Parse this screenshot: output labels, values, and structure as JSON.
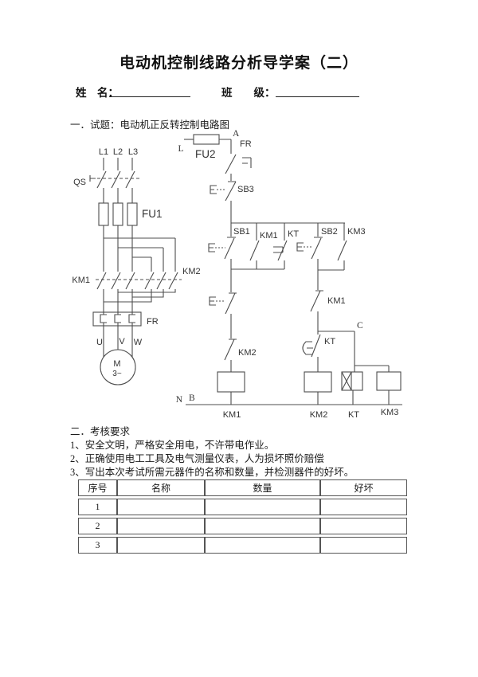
{
  "page": {
    "title": "电动机控制线路分析导学案（二）",
    "name_label": "姓　名：",
    "class_label": "班　　级：",
    "section1": "一．试题：电动机正反转控制电路图",
    "section2": "二．考核要求",
    "requirements": [
      "1、安全文明，严格安全用电，不许带电作业。",
      "2、正确使用电工工具及电气测量仪表，人为损坏照价赔偿",
      "3、写出本次考试所需元器件的名称和数量，并检测器件的好坏。"
    ]
  },
  "circuit": {
    "power": {
      "l1": "L1",
      "l2": "L2",
      "l3": "L3",
      "qs": "QS",
      "fu1": "FU1",
      "km1": "KM1",
      "km2": "KM2",
      "fr": "FR",
      "u": "U",
      "v": "V",
      "w": "W",
      "motor": "M",
      "motor_phase": "3~"
    },
    "control": {
      "l": "L",
      "fu2": "FU2",
      "a": "A",
      "fr": "FR",
      "sb3": "SB3",
      "sb1": "SB1",
      "km1_no": "KM1",
      "kt_no": "KT",
      "sb2": "SB2",
      "km3_no": "KM3",
      "km2_nc": "KM2",
      "km1_nc": "KM1",
      "c": "C",
      "kt_delay": "KT",
      "n": "N",
      "b": "B",
      "coil_km1": "KM1",
      "coil_km2": "KM2",
      "coil_kt": "KT",
      "coil_km3": "KM3"
    }
  },
  "table": {
    "headers": [
      "序号",
      "名称",
      "数量",
      "好坏"
    ],
    "rows": [
      [
        "1",
        "",
        "",
        ""
      ],
      [
        "2",
        "",
        "",
        ""
      ],
      [
        "3",
        "",
        "",
        ""
      ]
    ]
  },
  "colors": {
    "line": "#4d4d4d",
    "text": "#222222"
  }
}
